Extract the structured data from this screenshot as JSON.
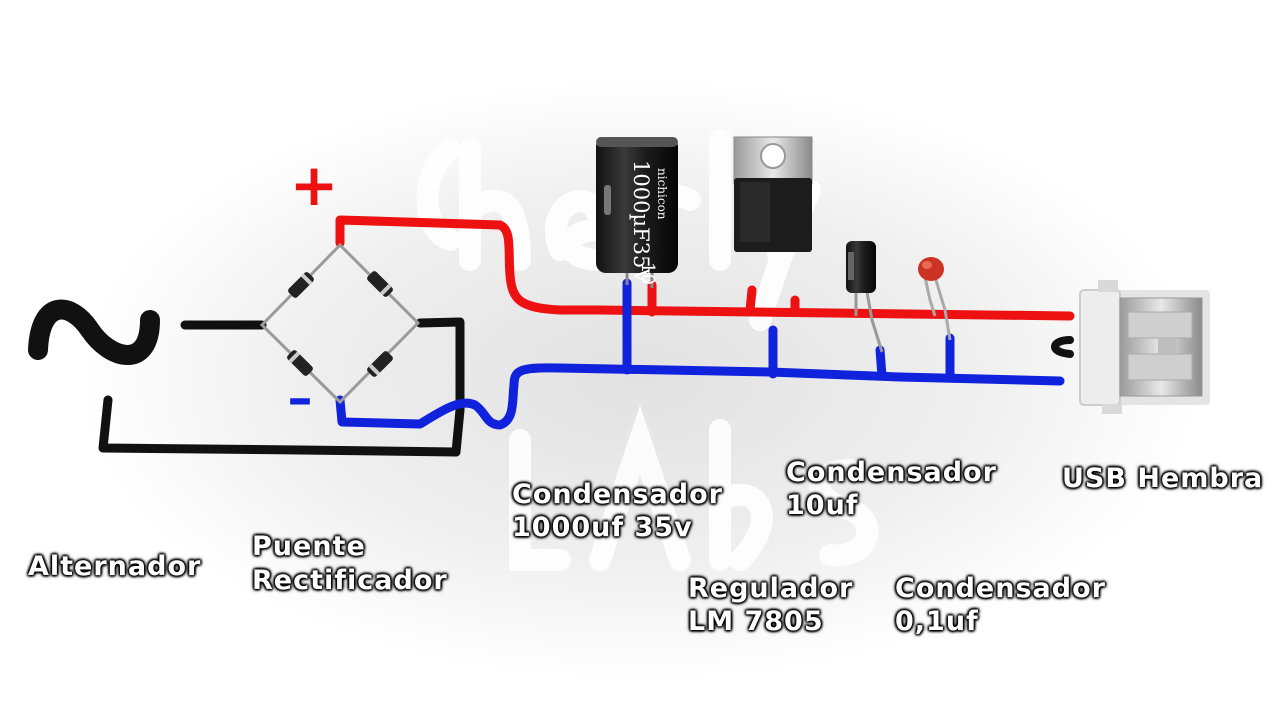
{
  "labels": {
    "alternador": "Alternador",
    "puente_1": "Puente",
    "puente_2": "Rectificador",
    "cond1000_1": "Condensador",
    "cond1000_2": "1000uf 35v",
    "cond10_1": "Condensador",
    "cond10_2": "10uf",
    "regulador_1": "Regulador",
    "regulador_2": "LM 7805",
    "cond01_1": "Condensador",
    "cond01_2": "0,1uf",
    "usb": "USB Hembra"
  },
  "symbols": {
    "plus": "+",
    "minus": "–",
    "ac": "~"
  },
  "capacitor_marking": {
    "brand": "nichicon",
    "value": "1000µF35V",
    "suffix": "10"
  },
  "colors": {
    "positive_wire": "#ee1111",
    "negative_wire": "#1122dd",
    "ac_wire": "#111111",
    "label_text": "#ffffff",
    "watermark": "#e6e6e6"
  }
}
